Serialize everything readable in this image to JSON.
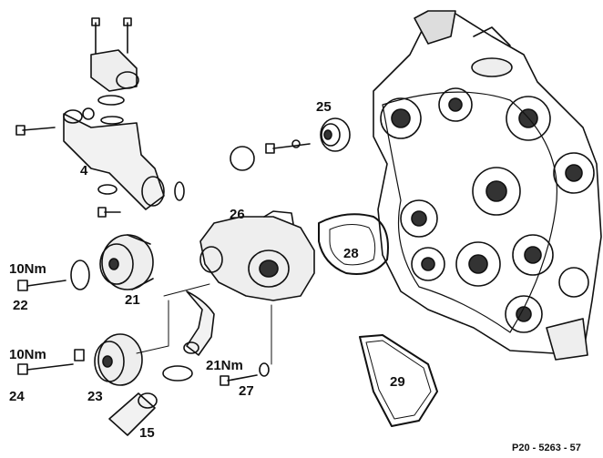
{
  "labels": {
    "p4": "4",
    "p25": "25",
    "p26": "26",
    "p28": "28",
    "p21": "21",
    "p22": "22",
    "p23": "23",
    "p24": "24",
    "p15": "15",
    "p27": "27",
    "p29": "29",
    "torque_22": "10Nm",
    "torque_24": "10Nm",
    "torque_27": "21Nm"
  },
  "reference": "P20 - 5263 - 57",
  "colors": {
    "ink": "#111111",
    "paper": "#ffffff"
  }
}
